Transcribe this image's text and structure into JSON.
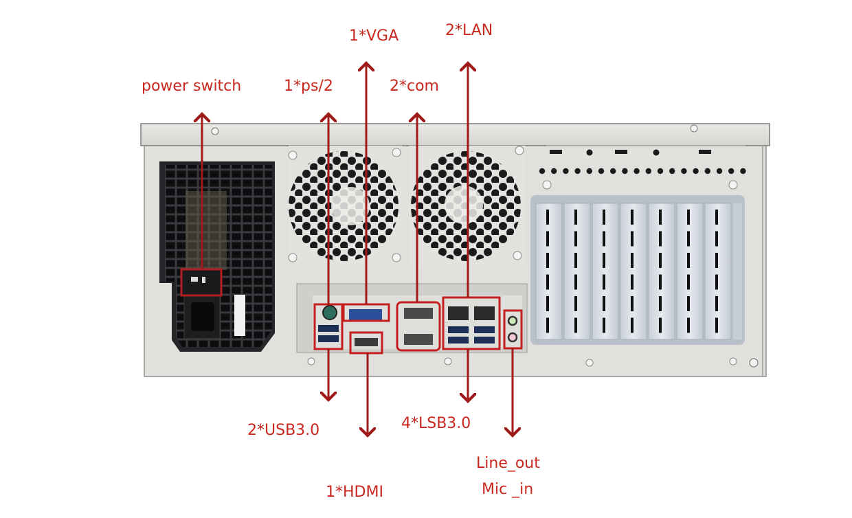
{
  "diagram": {
    "title": "Industrial chassis rear I/O panel",
    "accent_color": "#b41e1e",
    "label_color": "#c8281e",
    "top_labels": [
      {
        "id": "power-switch",
        "text": "power switch"
      },
      {
        "id": "ps2",
        "text": "1*ps/2"
      },
      {
        "id": "vga",
        "text": "1*VGA"
      },
      {
        "id": "com",
        "text": "2*com"
      },
      {
        "id": "lan",
        "text": "2*LAN"
      }
    ],
    "bottom_labels": [
      {
        "id": "usb-left",
        "text": "2*USB3.0"
      },
      {
        "id": "hdmi",
        "text": "1*HDMI"
      },
      {
        "id": "usb-right",
        "text": "4*LSB3.0"
      },
      {
        "id": "audio-line",
        "text": "Line_out"
      },
      {
        "id": "audio-mic",
        "text": "Mic _in"
      }
    ],
    "components": {
      "expansion_slots": 7,
      "fan_grilles": 2,
      "psu": "power supply with IEC inlet",
      "ports": [
        "PS/2",
        "VGA",
        "COM",
        "COM",
        "LAN",
        "LAN",
        "USB3.0 x2",
        "HDMI",
        "USB3.0 x4",
        "Line out",
        "Mic in"
      ]
    }
  }
}
